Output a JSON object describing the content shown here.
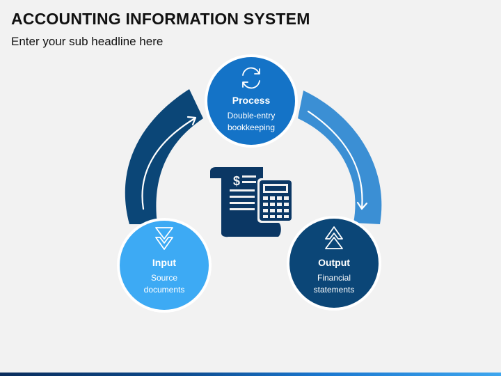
{
  "header": {
    "title": "ACCOUNTING INFORMATION SYSTEM",
    "subtitle": "Enter your sub headline here"
  },
  "colors": {
    "background": "#f2f2f2",
    "arrow_left": "#0b4677",
    "arrow_right": "#3b8fd4",
    "process": "#1473c7",
    "input": "#3daaf4",
    "output": "#0b4677",
    "center_icon": "#0b3764"
  },
  "nodes": {
    "process": {
      "icon": "refresh-icon",
      "label": "Process",
      "description": [
        "Double-entry",
        "bookkeeping"
      ]
    },
    "input": {
      "icon": "down-arrows-icon",
      "label": "Input",
      "description": [
        "Source",
        "documents"
      ]
    },
    "output": {
      "icon": "up-arrows-icon",
      "label": "Output",
      "description": [
        "Financial",
        "statements"
      ]
    }
  },
  "center": {
    "icon": "invoice-calculator-icon"
  }
}
